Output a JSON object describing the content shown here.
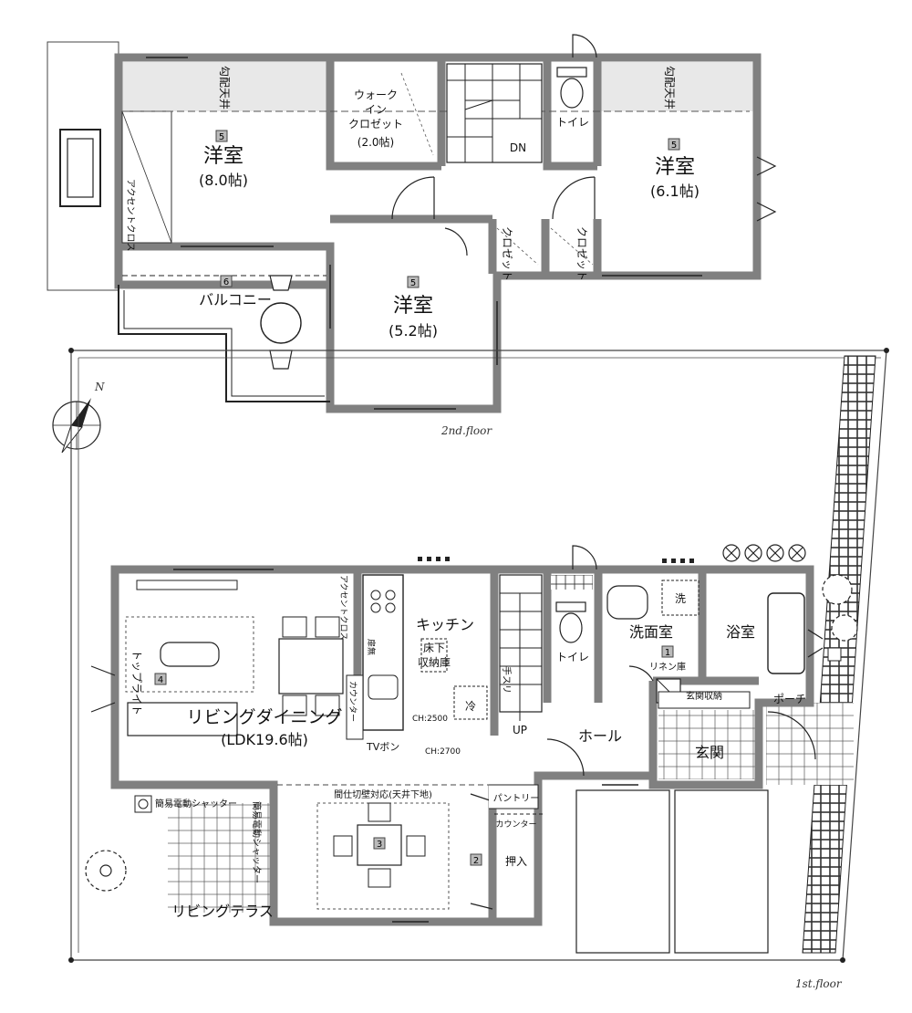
{
  "floor2": {
    "caption": "2nd.floor",
    "rooms": {
      "west_room": {
        "name": "洋室",
        "size": "(8.0帖)",
        "badge": "5"
      },
      "east_room": {
        "name": "洋室",
        "size": "(6.1帖)",
        "badge": "5"
      },
      "south_room": {
        "name": "洋室",
        "size": "(5.2帖)",
        "badge": "5"
      },
      "walkin_closet": {
        "line1": "ウォーク",
        "line2": "イン",
        "line3": "クロゼット",
        "size": "(2.0帖)"
      },
      "toilet": "トイレ",
      "stair": "DN",
      "balcony": {
        "name": "バルコニー",
        "badge": "6"
      },
      "closet_a": "クロゼット",
      "closet_b": "クロゼット",
      "sloped_ceiling_a": "勾配天井",
      "sloped_ceiling_b": "勾配天井",
      "accent_cloth": "アクセントクロス"
    },
    "compass_label": "N"
  },
  "floor1": {
    "caption": "1st.floor",
    "rooms": {
      "ldk": {
        "name": "リビングダイニング",
        "size": "(LDK19.6帖)"
      },
      "kitchen": "キッチン",
      "underfloor_storage": {
        "line1": "床下",
        "line2": "収納庫"
      },
      "toplight": {
        "text": "トップライト",
        "badge": "4"
      },
      "counter": "カウンター",
      "no_door": "扉無",
      "fridge": "冷",
      "ch2500": "CH:2500",
      "ch2700": "CH:2700",
      "tv": "TVボン",
      "handrail": "手スリ",
      "stair": "UP",
      "toilet": "トイレ",
      "washroom": "洗面室",
      "wash": "洗",
      "linen": {
        "text": "リネン庫",
        "badge": "1"
      },
      "bath": "浴室",
      "hall": "ホール",
      "entrance_storage": "玄関収納",
      "entrance": "玄関",
      "porch": "ポーチ",
      "pantry": "パントリー",
      "counter2": "カウンター",
      "oshiire": {
        "text": "押入",
        "badge": "2"
      },
      "partition": "間仕切壁対応(天井下地)",
      "japanese_room_badge": "3",
      "shutter_h": "簡易電動シャッター",
      "shutter_v": "簡易電動シャッター",
      "terrace": "リビングテラス",
      "accent_cloth": "アクセントクロス"
    }
  }
}
